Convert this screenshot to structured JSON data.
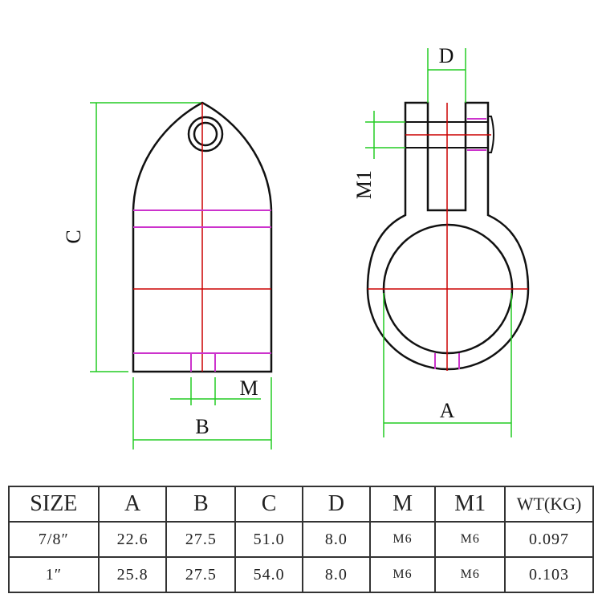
{
  "drawing": {
    "labels": {
      "C": "C",
      "B": "B",
      "M": "M",
      "D": "D",
      "M1": "M1",
      "A": "A"
    },
    "colors": {
      "outline": "#111111",
      "centerline": "#cc0000",
      "dimension": "#22cc22",
      "thread": "#cc33cc"
    }
  },
  "table": {
    "headers": [
      "SIZE",
      "A",
      "B",
      "C",
      "D",
      "M",
      "M1",
      "WT(KG)"
    ],
    "rows": [
      [
        "7/8″",
        "22.6",
        "27.5",
        "51.0",
        "8.0",
        "M6",
        "M6",
        "0.097"
      ],
      [
        "1″",
        "25.8",
        "27.5",
        "54.0",
        "8.0",
        "M6",
        "M6",
        "0.103"
      ]
    ]
  }
}
